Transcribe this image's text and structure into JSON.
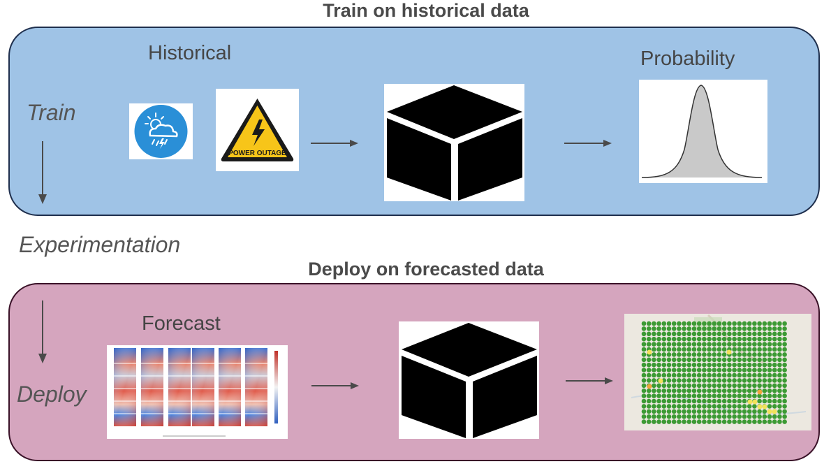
{
  "top": {
    "heading": "Train on historical data",
    "input_label": "Historical",
    "output_label": "Probability",
    "side_label": "Train",
    "panel_color": "#9fc3e6",
    "warning_text": "POWER OUTAGE"
  },
  "middle": {
    "label": "Experimentation"
  },
  "bottom": {
    "heading": "Deploy on forecasted data",
    "input_label": "Forecast",
    "side_label": "Deploy",
    "panel_color": "#d5a5be"
  },
  "icons": {
    "weather": "weather-cloud-sun-rain-icon",
    "outage": "power-outage-warning-icon",
    "model": "black-box-cube-icon",
    "bell_curve": "probability-bell-curve-icon",
    "forecast": "forecast-heatmap-grid-icon",
    "map": "outage-probability-map-icon"
  }
}
